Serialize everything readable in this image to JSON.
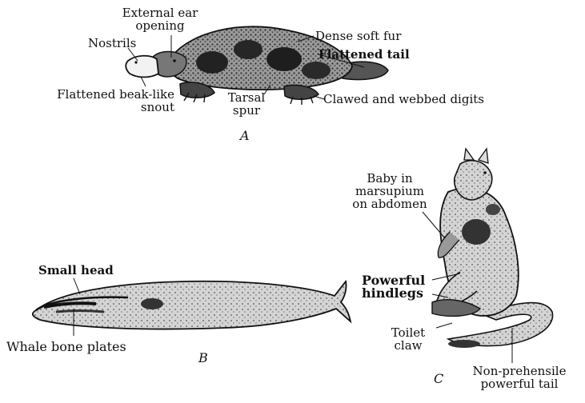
{
  "figure": {
    "panel_a": {
      "letter": "A",
      "labels": {
        "external_ear": "External ear\nopening",
        "nostrils": "Nostrils",
        "dense_fur": "Dense soft fur",
        "flattened_tail": "Flattened tail",
        "beak": "Flattened beak-like\nsnout",
        "tarsal_spur": "Tarsal\nspur",
        "clawed_digits": "Clawed and webbed digits"
      }
    },
    "panel_b": {
      "letter": "B",
      "labels": {
        "small_head": "Small head",
        "whale_bone": "Whale bone plates"
      }
    },
    "panel_c": {
      "letter": "C",
      "labels": {
        "baby": "Baby in\nmarsupium\non abdomen",
        "hindlegs": "Powerful\nhindlegs",
        "toilet_claw": "Toilet\nclaw",
        "tail": "Non-prehensile\npowerful tail"
      }
    }
  }
}
